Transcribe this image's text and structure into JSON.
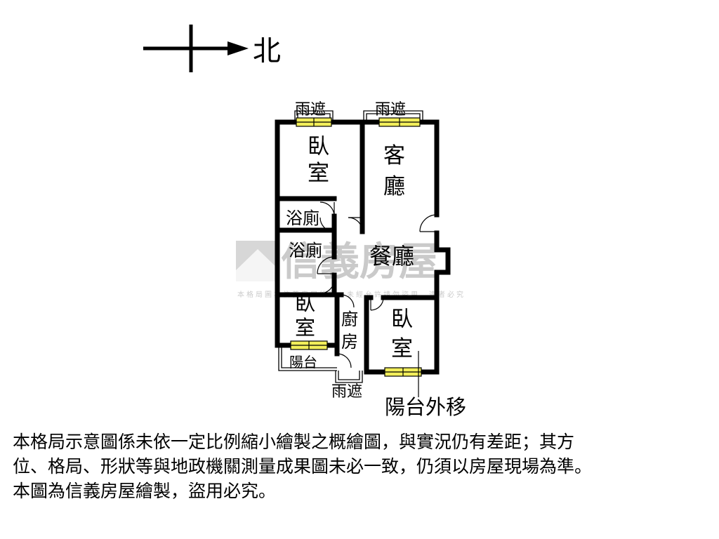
{
  "compass": {
    "north_label": "北"
  },
  "rooms": {
    "bedroom_nw": [
      "臥",
      "室"
    ],
    "living_room": [
      "客",
      "廳"
    ],
    "bathroom_1": "浴廁",
    "bathroom_2": "浴廁",
    "dining_room": "餐廳",
    "bedroom_sw": [
      "臥",
      "室"
    ],
    "kitchen": [
      "廚",
      "房"
    ],
    "bedroom_se": [
      "臥",
      "室"
    ],
    "balcony": "陽台"
  },
  "canopies": {
    "top_left": "雨遮",
    "top_right": "雨遮",
    "bottom": "雨遮"
  },
  "annotation": {
    "balcony_moved_out": "陽台外移"
  },
  "watermark": {
    "brand": "信義房屋",
    "notice": "本格局圖為信義房屋繪製，未經允許請勿盜用，違者必究"
  },
  "disclaimer": {
    "line1": "本格局示意圖係未依一定比例縮小繪製之概繪圖，與實況仍有差距；其方",
    "line2": "位、格局、形狀等與地政機關測量成果圖未必一致，仍須以房屋現場為準。",
    "line3": "本圖為信義房屋繪製，盜用必究。"
  },
  "colors": {
    "wall": "#000000",
    "window_fill": "#f2ee5a",
    "watermark": "#9b9b9b"
  }
}
